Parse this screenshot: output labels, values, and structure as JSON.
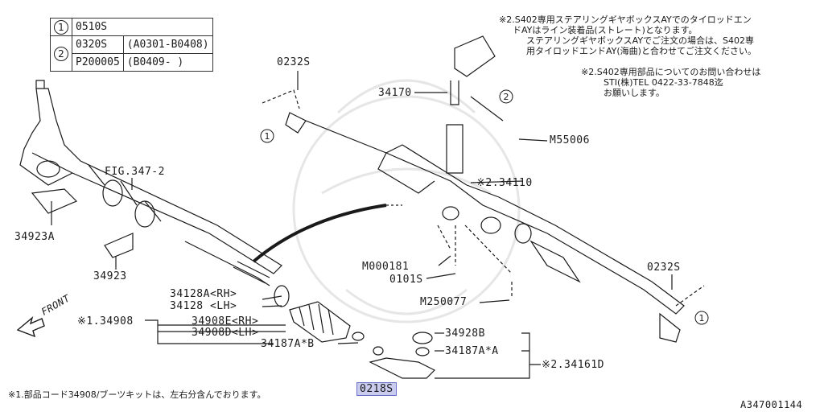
{
  "legend": {
    "rows": [
      {
        "mark": "1",
        "part": "0510S",
        "range": ""
      },
      {
        "mark": "2",
        "part": "0320S",
        "range": "(A0301-B0408)"
      },
      {
        "mark": "",
        "part": "P200005",
        "range": "(B0409- )"
      }
    ]
  },
  "notes": {
    "top_right_1": "※2.S402専用ステアリングギヤボックスAYでのタイロッドエン",
    "top_right_2": "ドAYはライン装着品(ストレート)となります。",
    "top_right_3": "ステアリングギヤボックスAYでご注文の場合は、S402専",
    "top_right_4": "用タイロッドエンドAY(海曲)と合わせてご注文ください。",
    "contact_1": "※2.S402専用部品についてのお問い合わせは",
    "contact_2": "STI(株)TEL 0422-33-7848迄",
    "contact_3": "お願いします。",
    "bottom": "※1.部品コード34908/ブーツキットは、左右分含んでおります。"
  },
  "labels": {
    "p0232s_top": "0232S",
    "p34170": "34170",
    "p55006": "M55006",
    "p34110": "※2.34110",
    "fig": "FIG.347-2",
    "p34923a": "34923A",
    "p34923": "34923",
    "m000181": "M000181",
    "p0101s": "0101S",
    "m250077": "M250077",
    "p0232s_right": "0232S",
    "p34128a": "34128A<RH>",
    "p34128": "34128 <LH>",
    "p34908": "※1.34908",
    "p34908e": "34908E<RH>",
    "p34908d": "34908D<LH>",
    "p34187ab": "34187A*B",
    "p34928b": "34928B",
    "p34187aa": "34187A*A",
    "p34161d": "※2.34161D",
    "p0218s": "0218S",
    "front": "FRONT",
    "circle_1a": "1",
    "circle_1b": "1",
    "circle_2": "2",
    "diagram_id": "A347001144"
  },
  "colors": {
    "line": "#1a1a1a",
    "highlight": "#c9ccee",
    "highlight_border": "#6b70c8"
  }
}
